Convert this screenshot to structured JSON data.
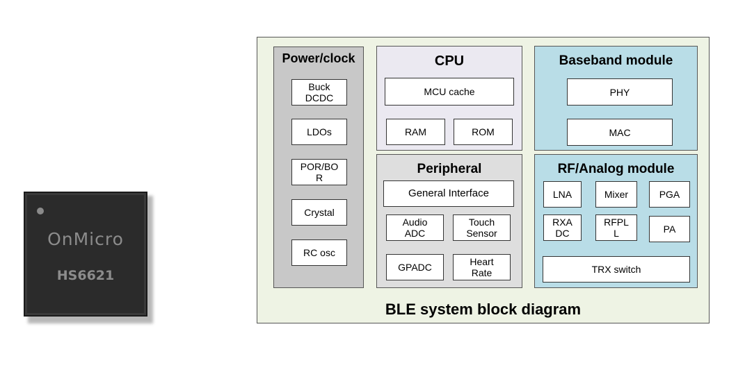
{
  "chip": {
    "brand": "OnMicro",
    "model": "HS6621"
  },
  "diagram": {
    "caption": "BLE system block diagram",
    "power_clock": {
      "title": "Power/clock",
      "items": [
        "Buck\nDCDC",
        "LDOs",
        "POR/BO\nR",
        "Crystal",
        "RC osc"
      ]
    },
    "cpu": {
      "title": "CPU",
      "items": [
        "MCU cache",
        "RAM",
        "ROM"
      ]
    },
    "peripheral": {
      "title": "Peripheral",
      "items": [
        "General Interface",
        "Audio\nADC",
        "Touch\nSensor",
        "GPADC",
        "Heart\nRate"
      ]
    },
    "baseband": {
      "title": "Baseband module",
      "items": [
        "PHY",
        "MAC"
      ]
    },
    "rf_analog": {
      "title": "RF/Analog module",
      "items": [
        "LNA",
        "Mixer",
        "PGA",
        "RXA\nDC",
        "RFPL\nL",
        "PA",
        "TRX switch"
      ]
    }
  },
  "colors": {
    "frame_bg": "#eef3e4",
    "power_bg": "#c8c8c8",
    "cpu_bg": "#ebe9f1",
    "peripheral_bg": "#dedede",
    "baseband_bg": "#b9dde7",
    "rf_bg": "#b9dde7"
  }
}
